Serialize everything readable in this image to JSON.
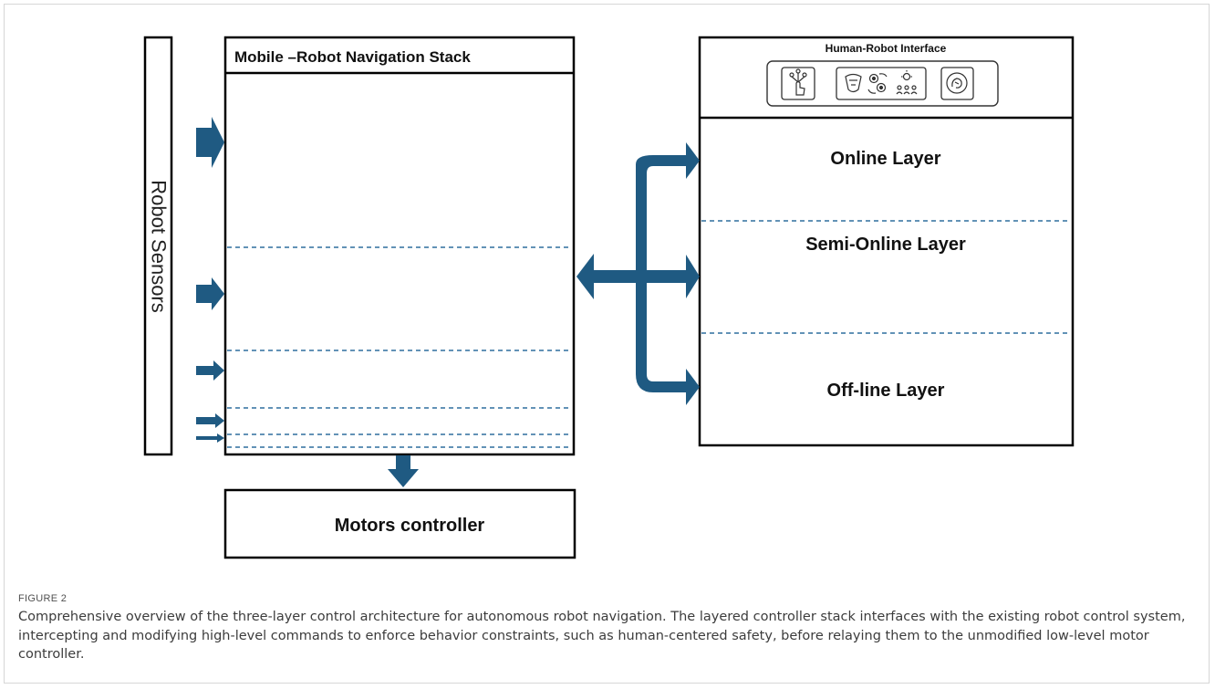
{
  "diagram": {
    "sensors_label": "Robot Sensors",
    "nav_stack_title": "Mobile –Robot Navigation Stack",
    "motors_label": "Motors controller",
    "hri_title": "Human-Robot Interface",
    "layers": [
      "Online Layer",
      "Semi-Online Layer",
      "Off-line Layer"
    ],
    "hri_icons": [
      "touch-interaction-icon",
      "neural-network-icon",
      "gears-exchange-icon",
      "idea-people-icon",
      "brain-circle-icon"
    ],
    "accent_color": "#1f5a82",
    "dashed_color": "#2e6e9e"
  },
  "caption": {
    "label": "FIGURE 2",
    "text": "Comprehensive overview of the three-layer control architecture for autonomous robot navigation. The layered controller stack interfaces with the existing robot control system, intercepting and modifying high-level commands to enforce behavior constraints, such as human-centered safety, before relaying them to the unmodified low-level motor controller."
  }
}
